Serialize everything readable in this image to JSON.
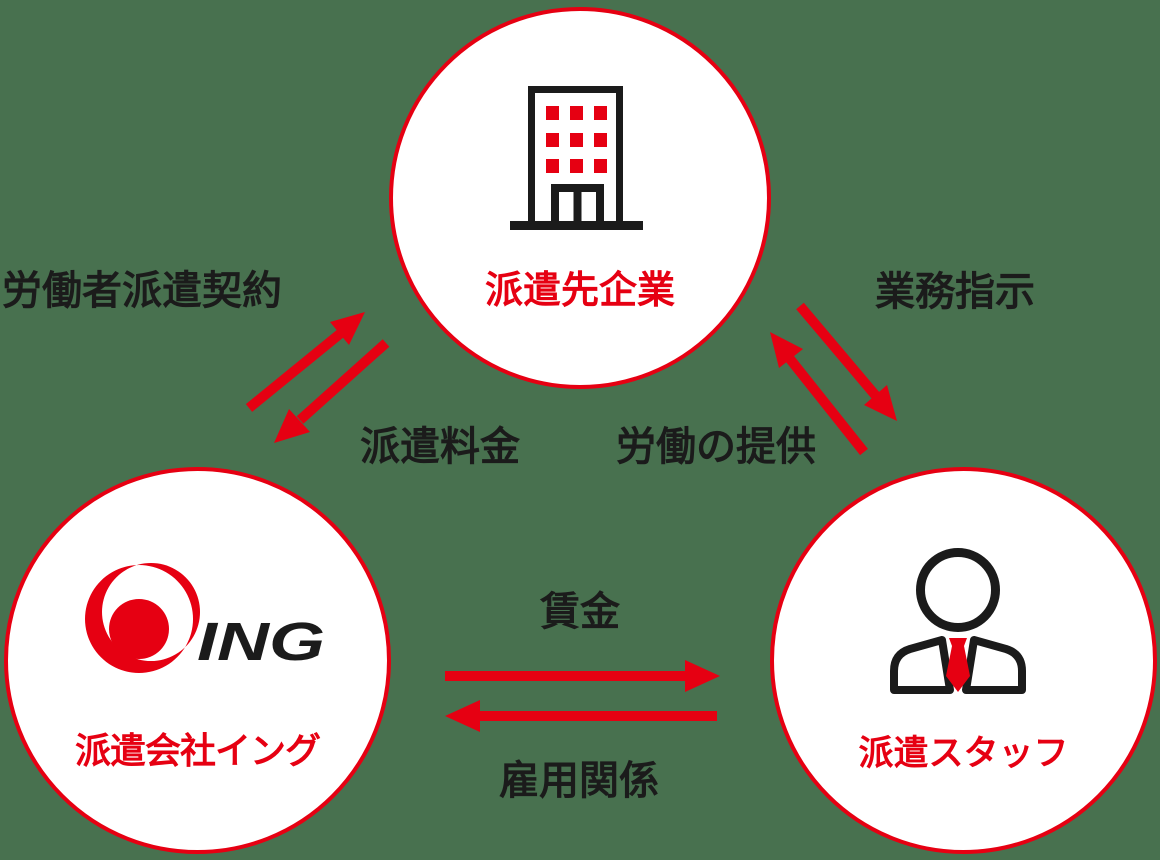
{
  "colors": {
    "background": "#48714F",
    "accent_red": "#E60012",
    "text_black": "#1B1B1B",
    "circle_fill": "#FFFFFF"
  },
  "nodes": {
    "client": {
      "label": "派遣先企業",
      "icon": "building-icon"
    },
    "agency": {
      "label": "派遣会社イング",
      "icon": "ing-logo",
      "logo_text": "ING"
    },
    "staff": {
      "label": "派遣スタッフ",
      "icon": "person-icon"
    }
  },
  "relations": {
    "worker_dispatch_contract": "労働者派遣契約",
    "work_instruction": "業務指示",
    "dispatch_fee": "派遣料金",
    "labor_provision": "労働の提供",
    "wage": "賃金",
    "employment_relation": "雇用関係"
  }
}
